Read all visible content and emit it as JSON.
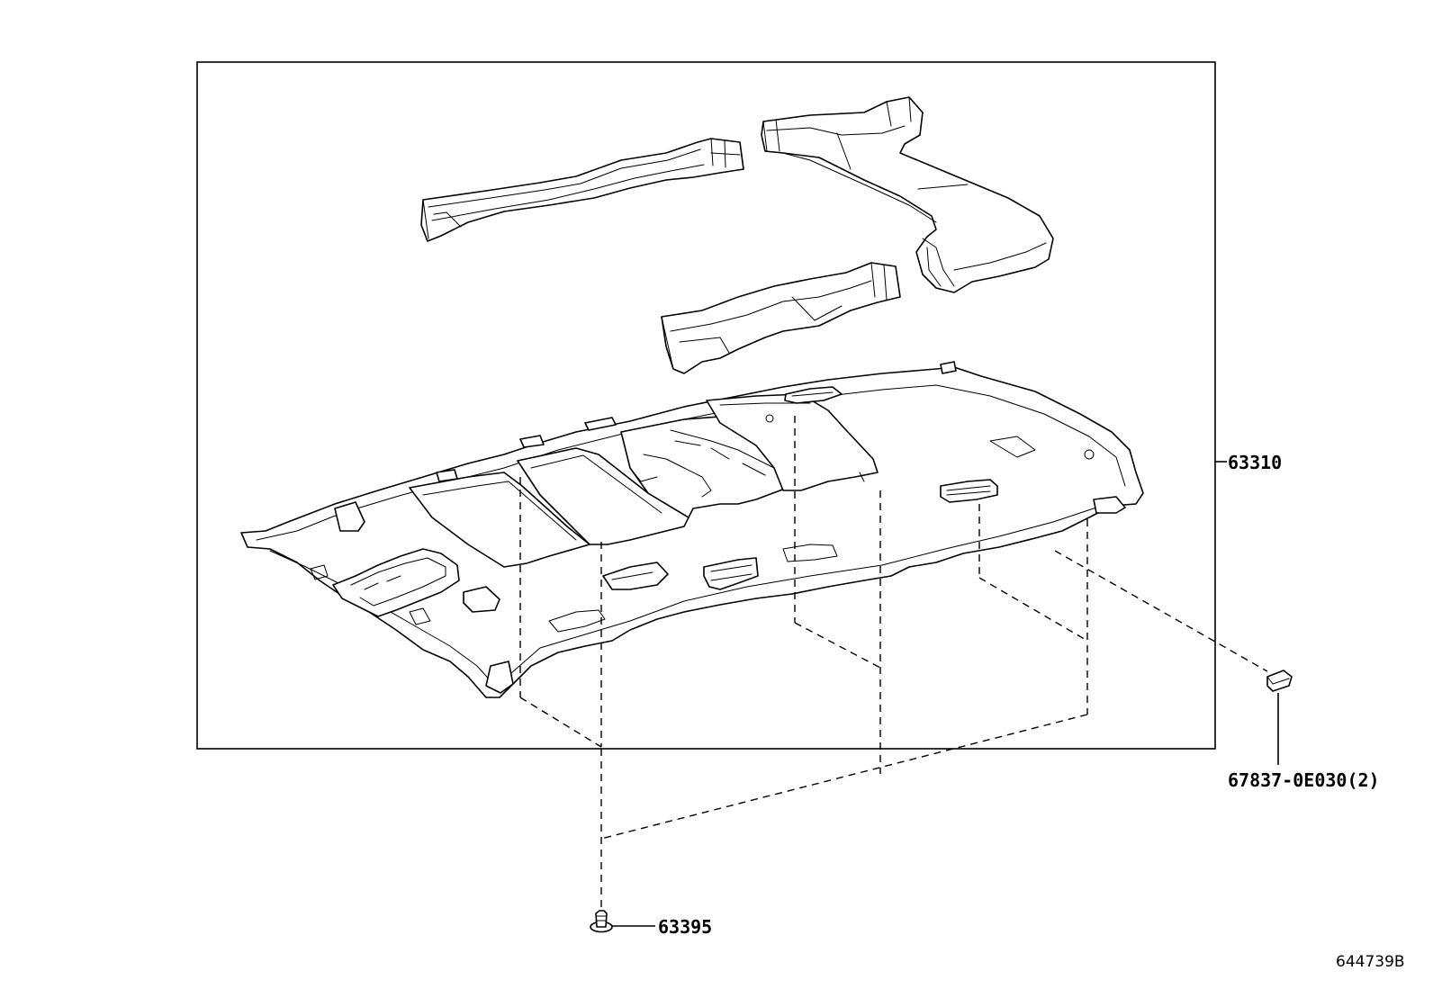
{
  "parts": {
    "headliner": {
      "number": "63310"
    },
    "clip": {
      "number": "63395"
    },
    "cap": {
      "number": "67837-0E030(2)"
    }
  },
  "figure_id": "644739B"
}
